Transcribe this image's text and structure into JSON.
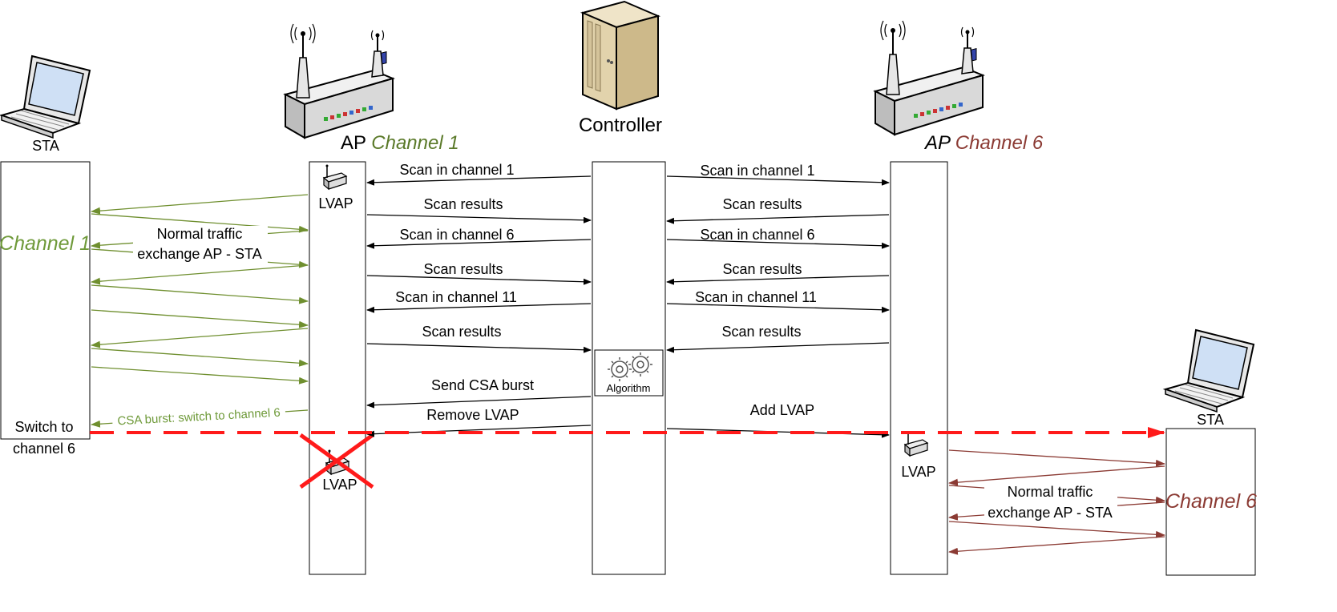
{
  "colors": {
    "green": "#6f8f2f",
    "green_text": "#6f9a3a",
    "brown": "#8b3a33",
    "brown_text": "#8b3a33",
    "red": "#ff1a1a",
    "black": "#000000"
  },
  "nodes": {
    "sta_left": {
      "label": "STA",
      "icon": "laptop-icon"
    },
    "ap_left": {
      "label_prefix": "AP",
      "channel": "Channel 1",
      "icon": "access-point-icon"
    },
    "controller": {
      "label": "Controller",
      "icon": "server-icon"
    },
    "ap_right": {
      "label_prefix": "AP",
      "channel": "Channel 6",
      "icon": "access-point-icon"
    },
    "sta_right": {
      "label": "STA",
      "icon": "laptop-icon"
    }
  },
  "boxes": {
    "sta_left_channel": "Channel 1",
    "sta_left_switch_line1": "Switch to",
    "sta_left_switch_line2": "channel 6",
    "lvap_left": "LVAP",
    "lvap_removed": "LVAP",
    "lvap_right": "LVAP",
    "algorithm": "Algorithm",
    "sta_right_channel": "Channel 6"
  },
  "messages_left": [
    "Scan in channel 1",
    "Scan results",
    "Scan in channel 6",
    "Scan results",
    "Scan in channel 11",
    "Scan results",
    "Send CSA burst",
    "Remove LVAP"
  ],
  "messages_right": [
    "Scan in channel 1",
    "Scan results",
    "Scan in channel 6",
    "Scan results",
    "Scan in channel 11",
    "Scan results",
    "Add LVAP"
  ],
  "traffic_left": {
    "line1": "Normal traffic",
    "line2": "exchange AP - STA"
  },
  "traffic_right": {
    "line1": "Normal traffic",
    "line2": "exchange AP - STA"
  },
  "csa_burst": "CSA burst: switch to channel 6"
}
